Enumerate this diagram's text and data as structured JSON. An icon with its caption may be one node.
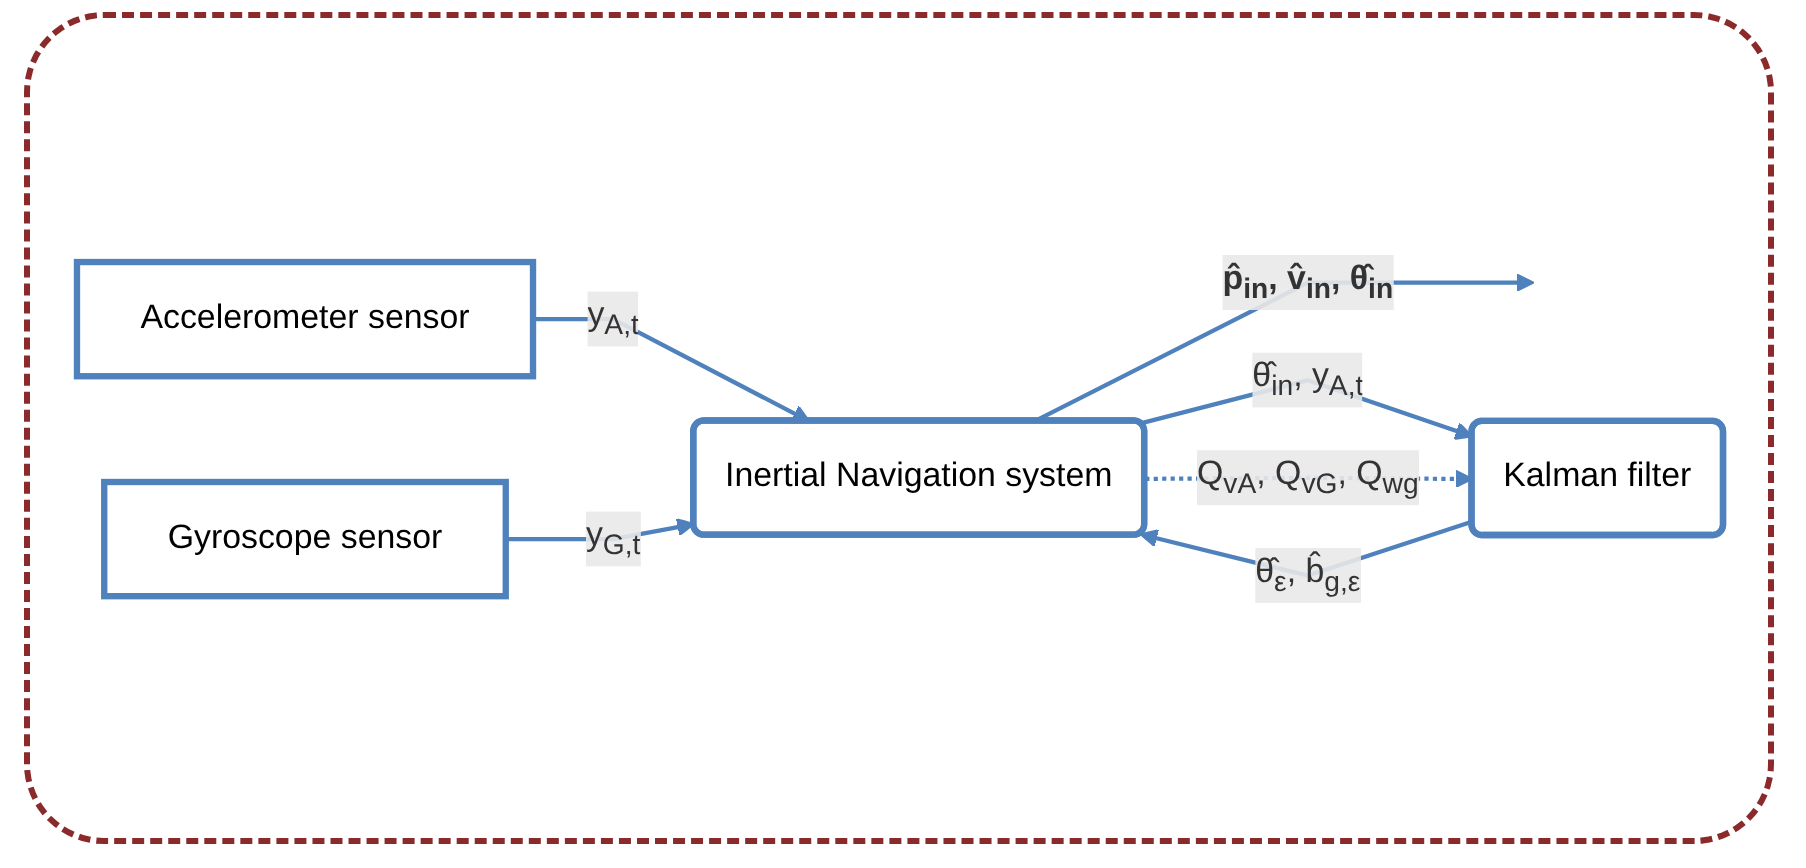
{
  "diagram": {
    "nodes": [
      {
        "text": [
          "Accelerometer sensor"
        ]
      },
      {
        "text": [
          "Gyroscope sensor"
        ]
      },
      {
        "text": [
          "Inertial Navigation system"
        ]
      },
      {
        "text": [
          "Kalman filter"
        ]
      }
    ],
    "edges": [
      {
        "from": 0,
        "to": 2,
        "arrow": "to",
        "label": "y$_{A,t}$"
      },
      {
        "from": 1,
        "to": 2,
        "arrow": "to",
        "label": "y$_{G,t}$"
      },
      {
        "from": 2,
        "to": null,
        "arrow": "to",
        "label": "p̂$_{in}$, v̂$_{in}$, θ̂$_{in}$"
      },
      {
        "from": 3,
        "to": 2,
        "arrow": "to",
        "label": "θ̂$_{ε}$, b̂$_{g,ε}$"
      },
      {
        "from": 2,
        "to": 3,
        "arrow": "to",
        "label": "θ̂$_{in}$, y$_{A,t}$"
      },
      {
        "from": 2,
        "to": 3,
        "arrow": "to",
        "label": "Q$_{vA}$, Q$_{vG}$, Q$_{wg}$",
        "style": "dashed"
      }
    ]
  }
}
